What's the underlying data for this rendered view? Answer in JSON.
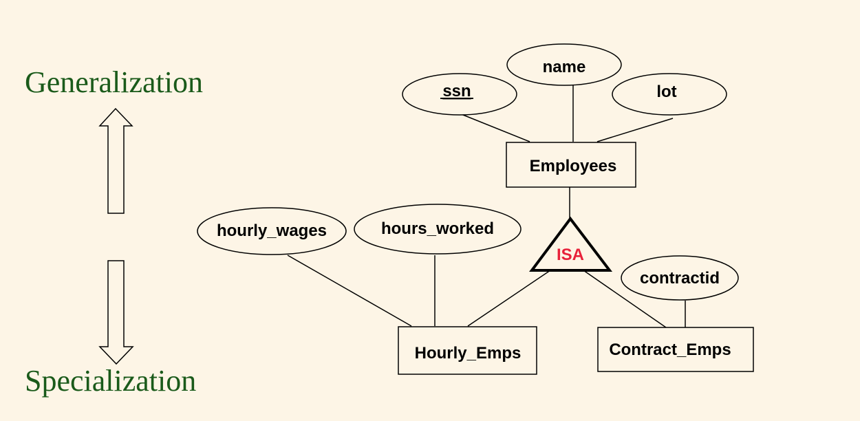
{
  "labels": {
    "generalization": "Generalization",
    "specialization": "Specialization"
  },
  "attributes": {
    "ssn": "ssn",
    "name": "name",
    "lot": "lot",
    "hourly_wages": "hourly_wages",
    "hours_worked": "hours_worked",
    "contractid": "contractid"
  },
  "entities": {
    "employees": "Employees",
    "hourly_emps": "Hourly_Emps",
    "contract_emps": "Contract_Emps"
  },
  "isa": {
    "label": "ISA",
    "color": "#e8213a"
  },
  "colors": {
    "background": "#fdf5e6",
    "side_label": "#1a5a1a",
    "lines": "#000000"
  },
  "key_attribute": "ssn"
}
